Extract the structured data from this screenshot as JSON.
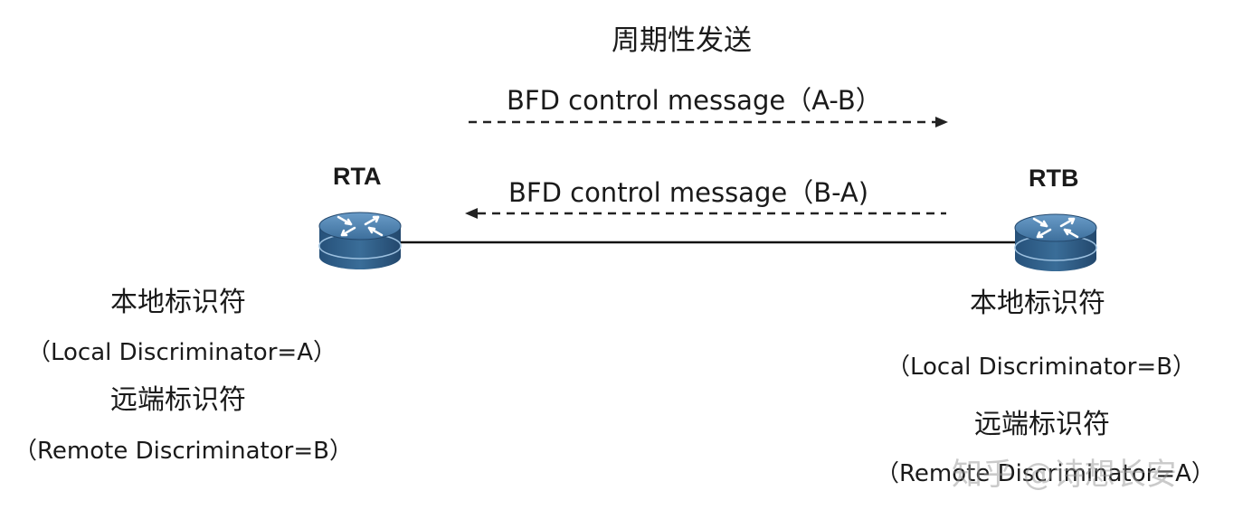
{
  "title": "周期性发送",
  "messages": {
    "a_to_b": "BFD control message（A-B）",
    "b_to_a": "BFD control message（B-A)"
  },
  "routers": {
    "a": {
      "name": "RTA",
      "local_label": "本地标识符",
      "local_value": "（Local Discriminator=A）",
      "remote_label": "远端标识符",
      "remote_value": "（Remote Discriminator=B）"
    },
    "b": {
      "name": "RTB",
      "local_label": "本地标识符",
      "local_value": "（Local Discriminator=B）",
      "remote_label": "远端标识符",
      "remote_value": "（Remote Discriminator=A）"
    }
  },
  "watermark": "知乎 @诗想长安",
  "colors": {
    "line": "#111111",
    "router_body": "#2f5f86",
    "router_top": "#4f86b4"
  },
  "icons": {
    "router": "router-icon"
  }
}
